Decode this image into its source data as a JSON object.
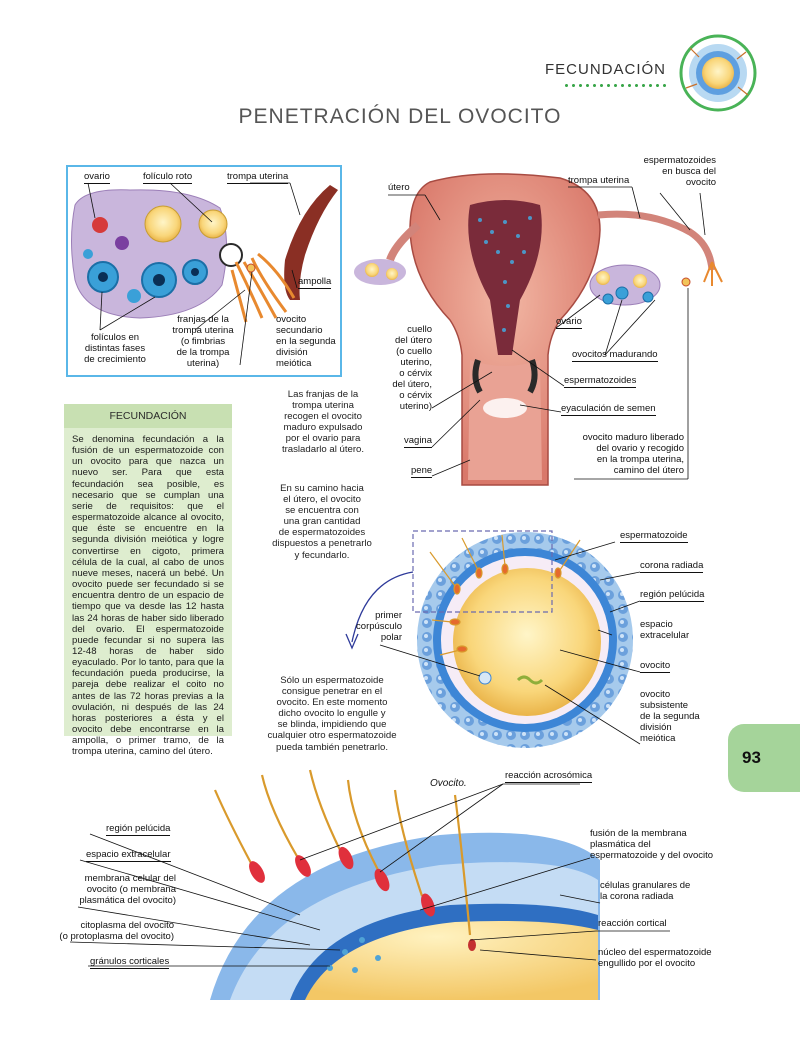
{
  "header": {
    "section": "FECUNDACIÓN",
    "page_number": "93"
  },
  "title": "PENETRACIÓN DEL OVOCITO",
  "ovary_panel": {
    "labels": {
      "ovario": "ovario",
      "foliculo_roto": "folículo roto",
      "trompa": "trompa uterina",
      "ampolla": "ampolla",
      "foliculos": "folículos en\ndistintas fases\nde crecimiento",
      "franjas": "franjas de la\ntrompa uterina\n(o fimbrias\nde la trompa\nuterina)",
      "ovocito_sec": "ovocito\nsecundario\nen la segunda\ndivisión\nmeiótica"
    }
  },
  "uterus_panel": {
    "labels": {
      "utero": "útero",
      "trompa": "trompa uterina",
      "esperm_busca": "espermatozoides\nen busca del\novocito",
      "cuello": "cuello\ndel útero\n(o cuello\nuterino,\no cérvix\ndel útero,\no cérvix\nuterino)",
      "ovario": "ovario",
      "ovocitos_madurando": "ovocitos madurando",
      "espermatozoides": "espermatozoides",
      "eyaculacion": "eyaculación de semen",
      "vagina": "vagina",
      "pene": "pene",
      "ovocito_maduro": "ovocito maduro liberado\ndel ovario y recogido\nen la trompa uterina,\ncamino del útero"
    }
  },
  "notes": {
    "franjas": "Las franjas de la\ntrompa uterina\nrecogen el ovocito\nmaduro expulsado\npor el ovario para\ntrasladarlo al útero.",
    "camino": "En su camino hacia\nel útero, el ovocito\nse encuentra con\nuna gran cantidad\nde espermatozoides\ndispuestos a penetrarlo\ny fecundarlo.",
    "solo_uno": "Sólo un espermatozoide\nconsigue penetrar en el\novocito. En este momento\ndicho ovocito lo engulle y\nse blinda, impidiendo que\ncualquier otro espermatozoide\npueda también penetrarlo."
  },
  "fecundacion_box": {
    "title": "FECUNDACIÓN",
    "text": "Se denomina fecundación a la fusión de un espermatozoide con un ovocito para que nazca un nuevo ser. Para que esta fecundación sea posible, es necesario que se cumplan una serie de requisitos: que el espermatozoide alcance al ovocito, que éste se encuentre en la segunda división meiótica y logre convertirse en cigoto, primera célula de la cual, al cabo de unos nueve meses, nacerá un bebé. Un ovocito puede ser fecundado si se encuentra dentro de un espacio de tiempo que va desde las 12 hasta las 24 horas de haber sido liberado del ovario. El espermatozoide puede fecundar si no supera las 12-48 horas de haber sido eyaculado. Por lo tanto, para que la fecundación pueda producirse, la pareja debe realizar el coito no antes de las 72 horas previas a la ovulación, ni después de las 24 horas posteriores a ésta y el ovocito debe encontrarse en la ampolla, o primer tramo, de la trompa uterina, camino del útero."
  },
  "oocyte_panel": {
    "labels": {
      "espermatozoide": "espermatozoide",
      "corona": "corona radiada",
      "pelucida": "región pelúcida",
      "espacio": "espacio\nextracelular",
      "ovocito": "ovocito",
      "subsistente": "ovocito\nsubsistente\nde la segunda\ndivisión\nmeiótica",
      "corpusculo": "primer\ncorpúsculo\npolar"
    }
  },
  "detail_panel": {
    "caption": "Ovocito.",
    "labels": {
      "reaccion_acro": "reacción acrosómica",
      "pelucida": "región pelúcida",
      "espacio": "espacio extracelular",
      "membrana": "membrana celular del\novocito (o membrana\nplasmática del ovocito)",
      "citoplasma": "citoplasma del ovocito\n(o protoplasma del ovocito)",
      "granulos": "gránulos corticales",
      "fusion": "fusión de la membrana\nplasmática del\nespermatozoide y del ovocito",
      "granulares": "células granulares de\nla corona radiada",
      "reaccion_cortical": "reacción cortical",
      "nucleo": "núcleo del espermatozoide\nengullido por el ovocito"
    }
  }
}
